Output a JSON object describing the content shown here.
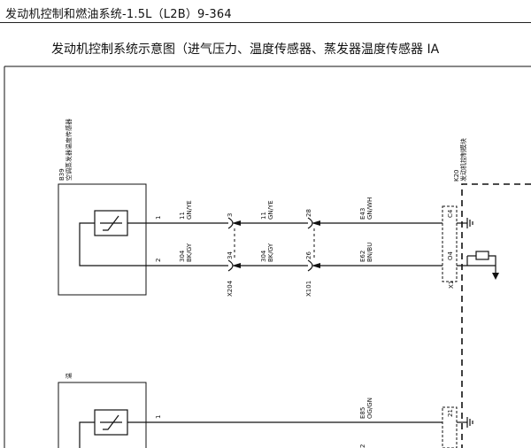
{
  "header": {
    "running_head": "发动机控制和燃油系统-1.5L（L2B）9-364",
    "page_title": "发动机控制系统示意图（进气压力、温度传感器、蒸发器温度传感器 IA"
  },
  "components": {
    "b39": {
      "id": "B39",
      "name": "空调蒸发器温度传感器"
    },
    "k20": {
      "id": "K20",
      "name": "发动机控制模块"
    },
    "lower_sensor": {
      "partial_label": "温"
    }
  },
  "connectors": {
    "b39_pin1": "1",
    "b39_pin2": "2",
    "x204": {
      "id": "X204",
      "pin_top": "3",
      "pin_bottom": "34"
    },
    "x101": {
      "id": "X101",
      "pin_top": "28",
      "pin_bottom": "26"
    },
    "x1": {
      "id": "X1",
      "pin_c4": "C4",
      "pin_o4": "O4",
      "pin_21": "21"
    },
    "lower_pin1": "1",
    "lower_pin2": "2"
  },
  "wires": {
    "seg1_top": {
      "circuit": "11",
      "color": "GN/YE"
    },
    "seg2_top": {
      "circuit": "11",
      "color": "GN/YE"
    },
    "seg3_top": {
      "circuit": "E43",
      "color": "GN/WH"
    },
    "seg1_bottom": {
      "circuit": "304",
      "color": "BK/GY"
    },
    "seg2_bottom": {
      "circuit": "304",
      "color": "BK/GY"
    },
    "seg3_bottom": {
      "circuit": "E62",
      "color": "BN/BU"
    },
    "lower_top": {
      "circuit": "E85",
      "color": "OG/GN"
    }
  }
}
